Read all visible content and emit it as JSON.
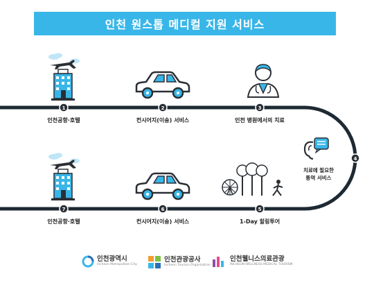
{
  "title": "인천 원스톱 메디컬 지원 서비스",
  "steps": [
    {
      "num": "1",
      "label": "인천공항·호텔"
    },
    {
      "num": "2",
      "label": "컨시어지(이송) 서비스"
    },
    {
      "num": "3",
      "label": "인천 병원에서의 치료"
    },
    {
      "num": "4",
      "label_line1": "치료에 필요한",
      "label_line2": "통역 서비스"
    },
    {
      "num": "5",
      "label": "1-Day 힐링투어"
    },
    {
      "num": "6",
      "label": "컨시어지(이송) 서비스"
    },
    {
      "num": "7",
      "label": "인천공항·호텔"
    }
  ],
  "icons": {
    "step1": "airport-hotel-icon",
    "step2": "car-icon",
    "step3": "doctor-icon",
    "step4": "ear-speech-icon",
    "step5": "healing-tour-icon",
    "step6": "car-icon",
    "step7": "airport-hotel-icon"
  },
  "colors": {
    "accent": "#39b6e8",
    "track": "#1e2a33"
  },
  "footer": {
    "logo1_name": "인천광역시",
    "logo1_sub": "Incheon Metropolitan City",
    "logo2_name": "인천관광공사",
    "logo2_sub": "Incheon Tourism Organization",
    "logo3_name": "인천웰니스의료관광",
    "logo3_sub": "INCHEON WELLNESS MEDICAL TOURISM"
  }
}
